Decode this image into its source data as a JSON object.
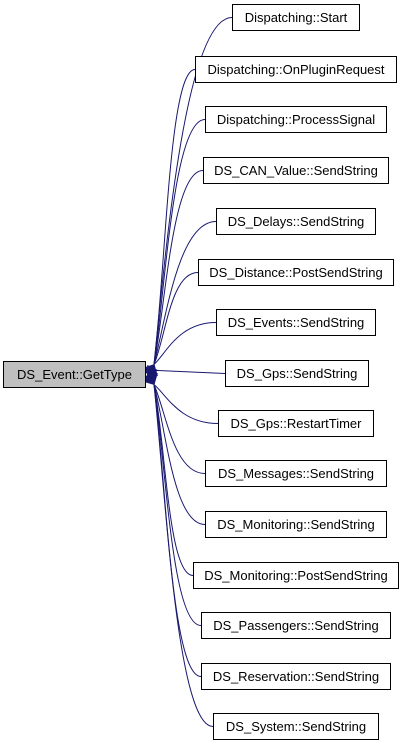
{
  "root": {
    "label": "DS_Event::GetType"
  },
  "callers": [
    {
      "label": "Dispatching::Start"
    },
    {
      "label": "Dispatching::OnPluginRequest"
    },
    {
      "label": "Dispatching::ProcessSignal"
    },
    {
      "label": "DS_CAN_Value::SendString"
    },
    {
      "label": "DS_Delays::SendString"
    },
    {
      "label": "DS_Distance::PostSendString"
    },
    {
      "label": "DS_Events::SendString"
    },
    {
      "label": "DS_Gps::SendString"
    },
    {
      "label": "DS_Gps::RestartTimer"
    },
    {
      "label": "DS_Messages::SendString"
    },
    {
      "label": "DS_Monitoring::SendString"
    },
    {
      "label": "DS_Monitoring::PostSendString"
    },
    {
      "label": "DS_Passengers::SendString"
    },
    {
      "label": "DS_Reservation::SendString"
    },
    {
      "label": "DS_System::SendString"
    }
  ],
  "colors": {
    "edge": "#191970",
    "root_fill": "#bfbfbf",
    "node_border": "#000000"
  }
}
